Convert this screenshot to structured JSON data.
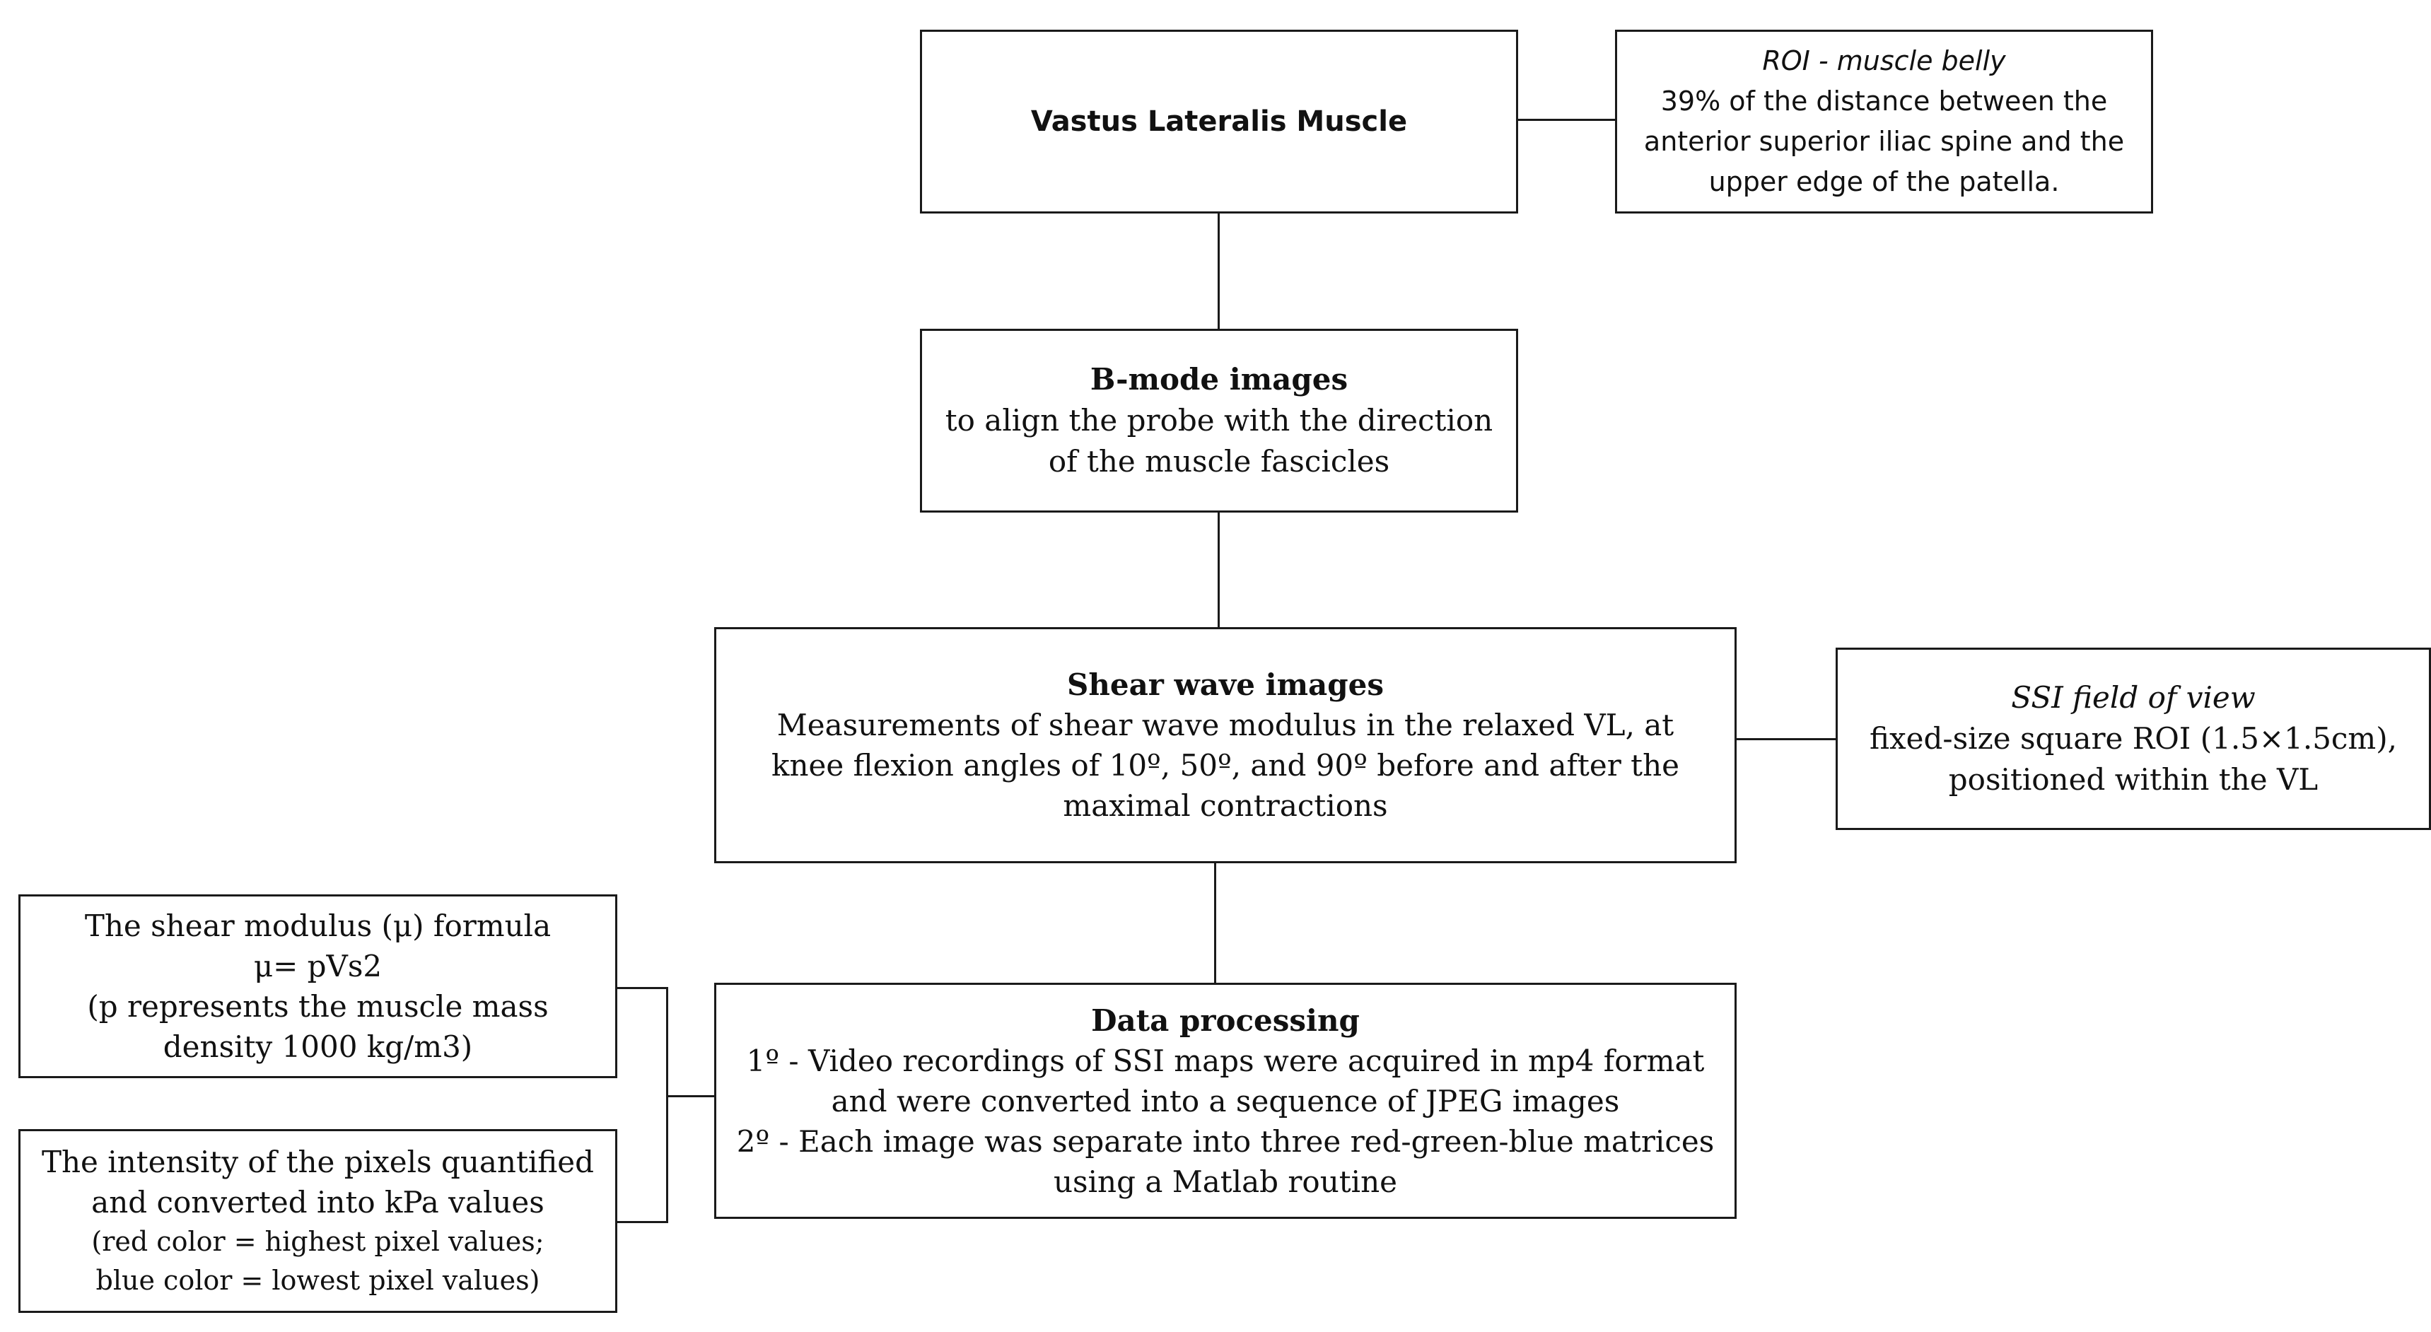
{
  "diagram": {
    "vastus_box": {
      "title": "Vastus Lateralis Muscle"
    },
    "roi_box": {
      "label": "ROI - muscle belly",
      "lines": [
        "39% of the distance between the",
        "anterior superior iliac spine and the",
        "upper edge of the patella."
      ]
    },
    "bmode_box": {
      "title": "B-mode images",
      "lines": [
        "to align the probe with the direction",
        "of the muscle fascicles"
      ]
    },
    "shear_box": {
      "title": "Shear wave images",
      "lines": [
        "Measurements of shear wave modulus in the relaxed VL, at",
        "knee flexion angles of 10º, 50º, and 90º before and after the",
        "maximal contractions"
      ]
    },
    "ssi_box": {
      "label": "SSI field of view",
      "lines": [
        "fixed-size square ROI (1.5×1.5cm),",
        "positioned within the VL"
      ]
    },
    "data_box": {
      "title": "Data processing",
      "lines": [
        "1º - Video  recordings of SSI maps were acquired in mp4 format",
        "and were converted into a sequence of JPEG images",
        "2º - Each image was separate into three red-green-blue matrices",
        "using a Matlab routine"
      ]
    },
    "formula_box": {
      "lines": [
        "The shear modulus (μ) formula",
        "μ= pVs2",
        "(p represents the muscle mass",
        "density 1000 kg/m3)"
      ]
    },
    "intensity_box": {
      "lines": [
        "The intensity of the pixels quantified",
        "and converted into kPa values"
      ],
      "note_lines": [
        "(red color = highest pixel values;",
        "blue color = lowest pixel values)"
      ]
    }
  }
}
